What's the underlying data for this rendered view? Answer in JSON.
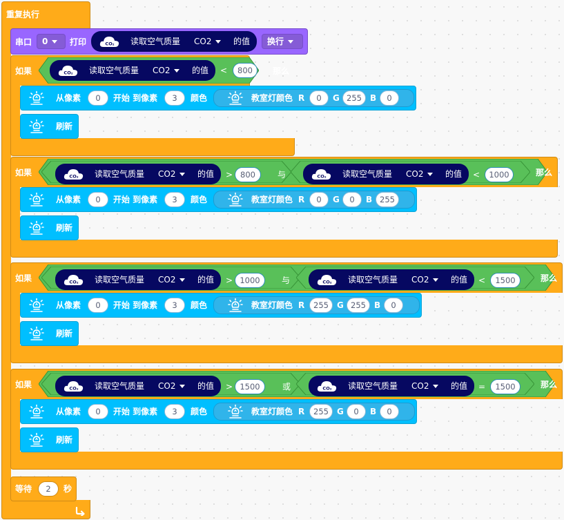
{
  "colors": {
    "control": "#ffab19",
    "operator": "#59c059",
    "serial": "#9966ff",
    "led": "#00bfff",
    "sensor": "#060861"
  },
  "forever_label": "重复执行",
  "serial": {
    "label": "串口",
    "port": "0",
    "print_label": "打印",
    "newline": "换行"
  },
  "sensor": {
    "label": "读取空气质量",
    "gas": "CO2",
    "suffix": "的值",
    "icon_text": "CO₂"
  },
  "led": {
    "from": "从像素",
    "start": "开始 到像素",
    "color": "颜色",
    "room_color": "教室灯颜色",
    "r": "R",
    "g": "G",
    "b": "B",
    "refresh": "刷新"
  },
  "if_label": "如果",
  "then_label": "那么",
  "blocks": [
    {
      "c1": {
        "op": "<",
        "value": "800"
      },
      "led": {
        "from": "0",
        "to": "3",
        "r": "0",
        "g": "255",
        "b": "0"
      }
    },
    {
      "c1": {
        "op": ">",
        "value": "800"
      },
      "join": "与",
      "c2": {
        "op": "<",
        "value": "1000"
      },
      "led": {
        "from": "0",
        "to": "3",
        "r": "0",
        "g": "0",
        "b": "255"
      }
    },
    {
      "c1": {
        "op": ">",
        "value": "1000"
      },
      "join": "与",
      "c2": {
        "op": "<",
        "value": "1500"
      },
      "led": {
        "from": "0",
        "to": "3",
        "r": "255",
        "g": "255",
        "b": "0"
      }
    },
    {
      "c1": {
        "op": ">",
        "value": "1500"
      },
      "join": "或",
      "c2": {
        "op": "=",
        "value": "1500"
      },
      "led": {
        "from": "0",
        "to": "3",
        "r": "255",
        "g": "0",
        "b": "0"
      }
    }
  ],
  "wait": {
    "label": "等待",
    "value": "2",
    "unit": "秒"
  },
  "loop_icon": "loop-arrow-icon"
}
